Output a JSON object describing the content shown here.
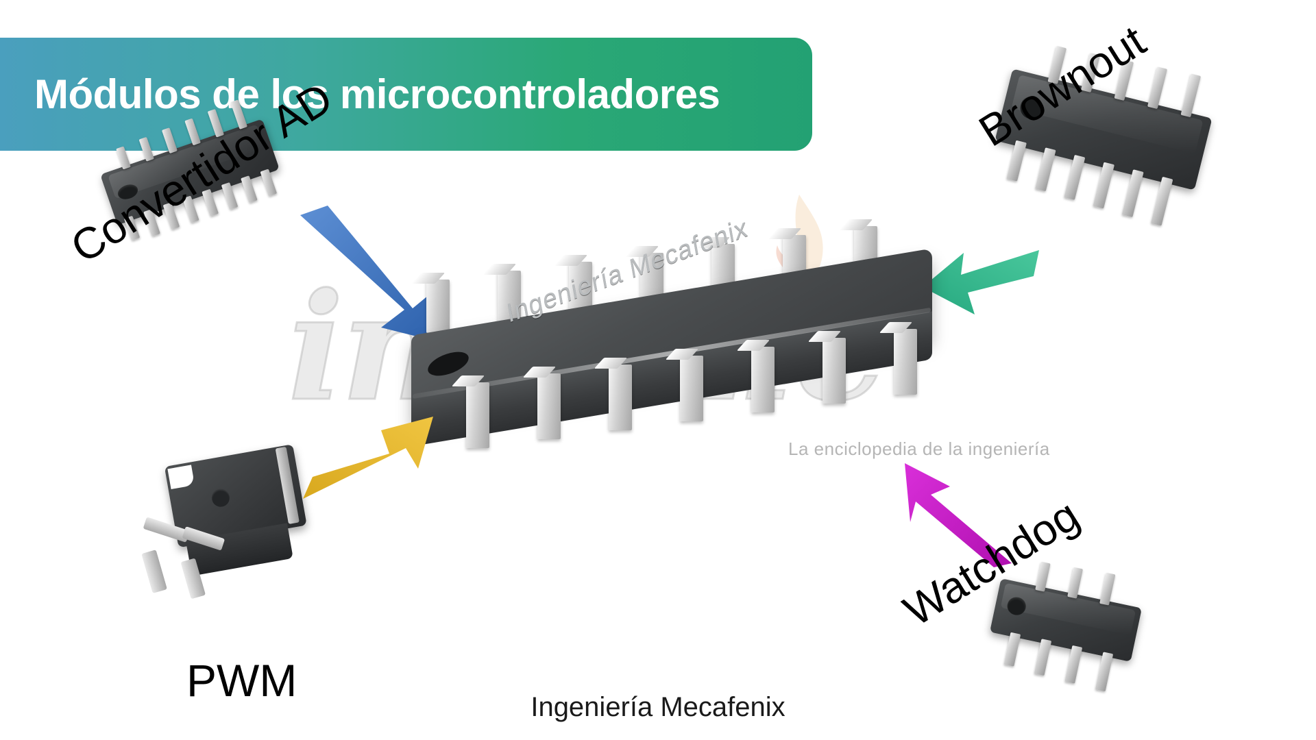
{
  "banner": {
    "title": "Módulos de los microcontroladores",
    "gradient_from": "#4a9fbe",
    "gradient_to": "#23a173"
  },
  "main_chip": {
    "name": "microcontroller-dip-ic",
    "silkscreen_text": "Ingeniería Mecafenix"
  },
  "watermark": {
    "word": "ingenie",
    "tagline": "La enciclopedia de la ingeniería"
  },
  "caption": {
    "text": "Ingeniería Mecafenix"
  },
  "modules": [
    {
      "id": "convertidor-ad",
      "label": "Convertidor AD",
      "arrow_color": "#2e62ad",
      "arrow_color_light": "#5d8fd4",
      "component": "dip-ic-20pin"
    },
    {
      "id": "brownout",
      "label": "Brownout",
      "arrow_color": "#2fb38a",
      "arrow_color_light": "#49c79c",
      "component": "dip-ic-16pin"
    },
    {
      "id": "pwm",
      "label": "PWM",
      "arrow_color": "#e0b024",
      "arrow_color_light": "#f0c541",
      "component": "to220-transistor"
    },
    {
      "id": "watchdog",
      "label": "Watchdog",
      "arrow_color": "#bf16bf",
      "arrow_color_light": "#d92fd9",
      "component": "dip-ic-8pin"
    }
  ]
}
